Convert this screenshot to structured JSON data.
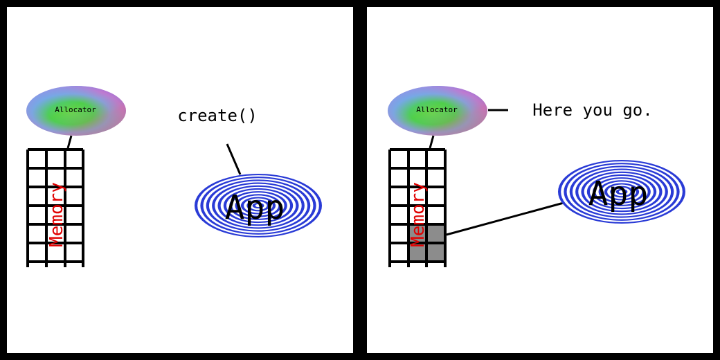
{
  "colors": {
    "frame": "#000000",
    "panel": "#ffffff",
    "app_stripe_a": "#2a3bd6",
    "app_stripe_b": "#ffffff",
    "memory_label": "#e00000",
    "allocated_cell": "#8c8c8c"
  },
  "panels": [
    {
      "allocator_label": "Allocator",
      "memory_label": "Memory",
      "app_label": "App",
      "speech": "create()",
      "allocated_cells": []
    },
    {
      "allocator_label": "Allocator",
      "memory_label": "Memory",
      "app_label": "App",
      "speech": "Here you go.",
      "allocated_cells": [
        "row5-col2",
        "row6-col2"
      ]
    }
  ]
}
